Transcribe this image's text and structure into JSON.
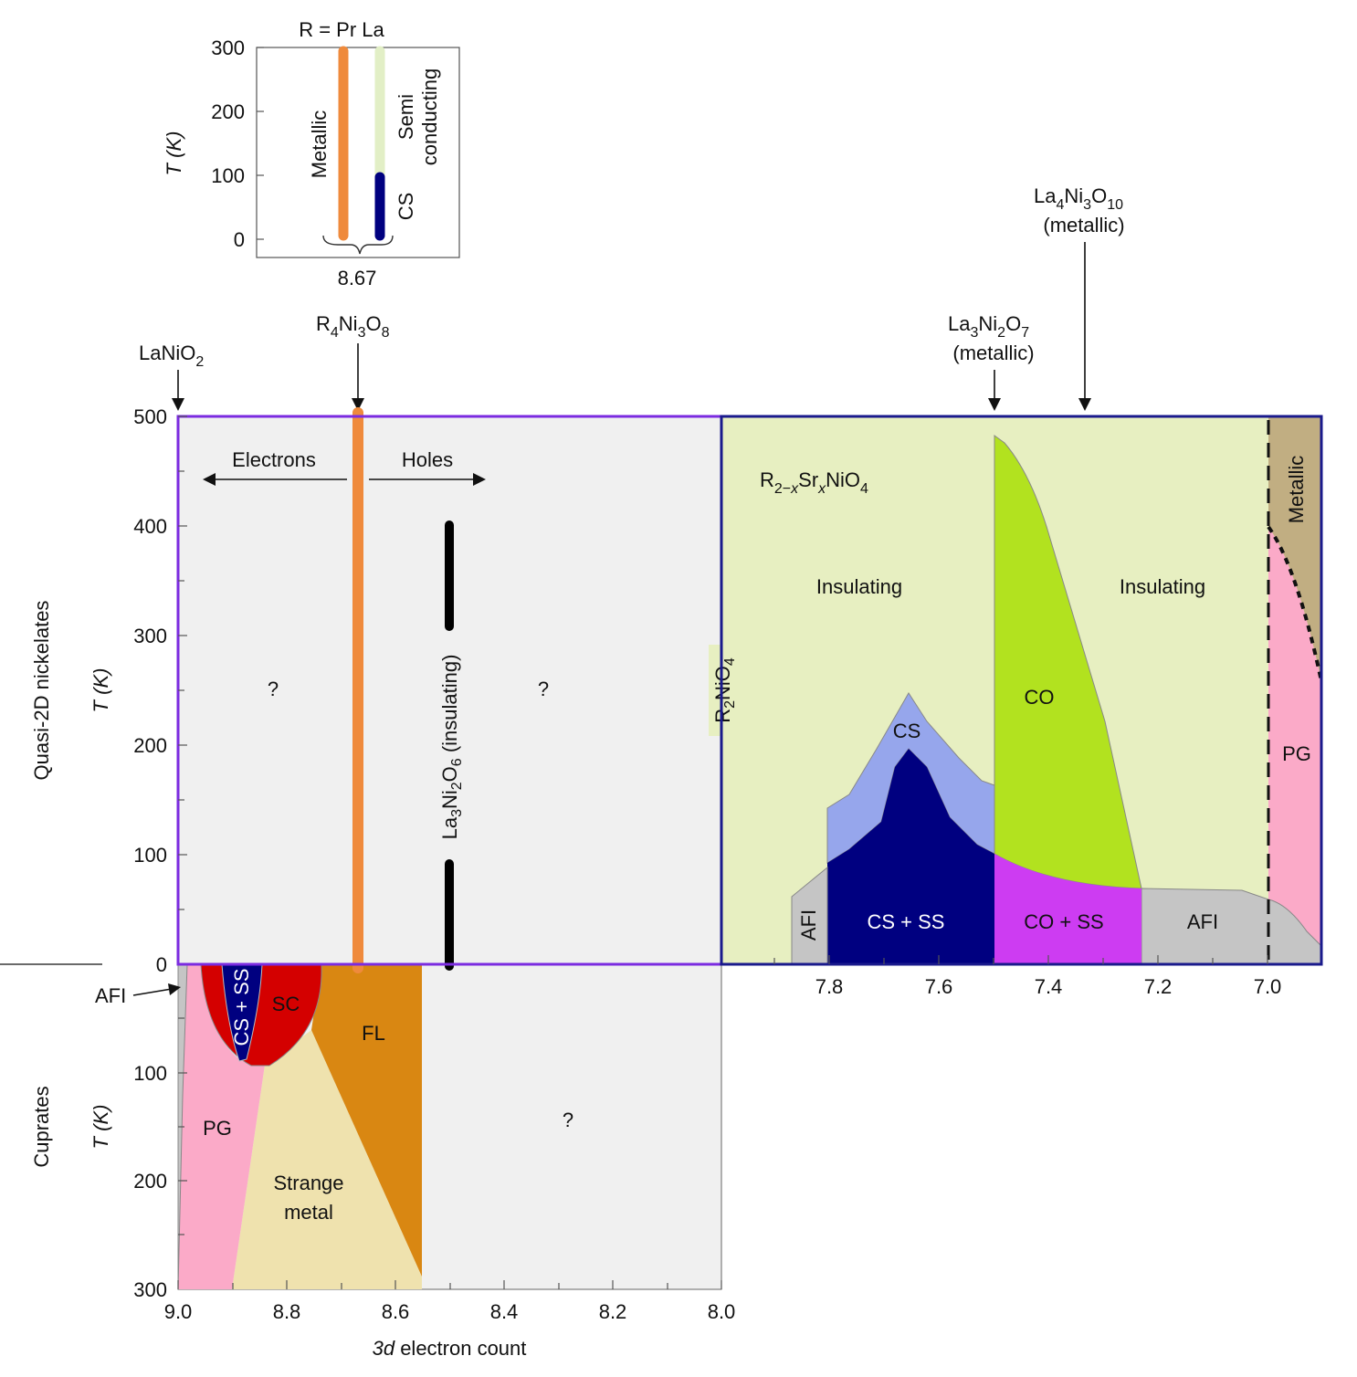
{
  "colors": {
    "unknown_bg": "#f0f0f0",
    "nickelate_bg": "#e7efc1",
    "orange": "#ef8a3c",
    "cs_light": "#96a6ec",
    "cs_dark": "#000080",
    "sc_red": "#d40000",
    "pg_pink": "#fbaac8",
    "fl_orange": "#d98712",
    "strange_beige": "#efe2ae",
    "afi_gray": "#c5c5c5",
    "co_green": "#b2e21f",
    "coss_magenta": "#cd3cf2",
    "metallic_tan": "#c1ae82",
    "purple_frame": "#7b2be0",
    "navy_frame": "#1a1a8c",
    "semi_pale": "#e2efc6"
  },
  "inset": {
    "title": "R = Pr La",
    "y_label": "T (K)",
    "y_ticks": [
      "300",
      "200",
      "100",
      "0"
    ],
    "x_tick": "8.67",
    "metallic": "Metallic",
    "semi_line1": "Semi",
    "semi_line2": "conducting",
    "cs": "CS"
  },
  "annotations": {
    "lanio2_main": "LaNiO",
    "lanio2_sub": "2",
    "r438": [
      "R",
      "4",
      "Ni",
      "3",
      "O",
      "8"
    ],
    "la327": [
      "La",
      "3",
      "Ni",
      "2",
      "O",
      "7"
    ],
    "la327_note": "(metallic)",
    "la4310": [
      "La",
      "4",
      "Ni",
      "3",
      "O",
      "10"
    ],
    "la4310_note": "(metallic)",
    "electrons": "Electrons",
    "holes": "Holes",
    "la326": "La3Ni2O6 (insulating)",
    "r2nio4": "R2NiO4",
    "rsr_formula": "R2−xSrxNiO4",
    "question": "?"
  },
  "axes": {
    "top_group_label": "Quasi-2D nickelates",
    "top_y_label": "T (K)",
    "top_y_ticks": [
      "500",
      "400",
      "300",
      "200",
      "100",
      "0"
    ],
    "bottom_group_label": "Cuprates",
    "bottom_y_label": "T (K)",
    "bottom_y_ticks": [
      "100",
      "200",
      "300"
    ],
    "bottom_x_ticks": [
      "9.0",
      "8.8",
      "8.6",
      "8.4",
      "8.2",
      "8.0"
    ],
    "right_x_ticks": [
      "7.8",
      "7.6",
      "7.4",
      "7.2",
      "7.0"
    ],
    "x_label": "3d electron count"
  },
  "regions": {
    "insulating": "Insulating",
    "co": "CO",
    "cs": "CS",
    "cs_ss": "CS + SS",
    "co_ss": "CO + SS",
    "afi": "AFI",
    "pg": "PG",
    "metallic": "Metallic",
    "sc": "SC",
    "fl": "FL",
    "strange_1": "Strange",
    "strange_2": "metal"
  }
}
